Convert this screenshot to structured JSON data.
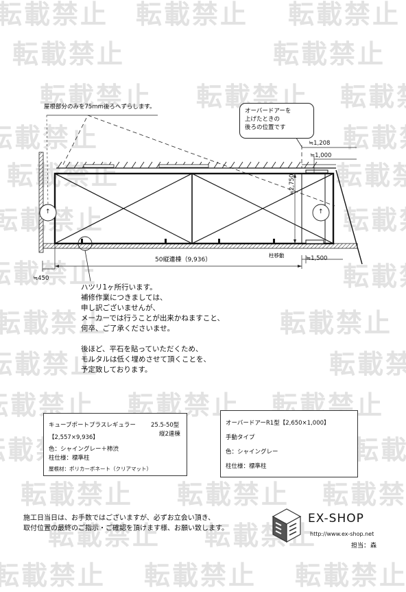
{
  "watermark": {
    "text": "転載禁止"
  },
  "annotations": {
    "roof_shift": "屋根部分のみを75mm後ろへずらします。",
    "overdoor_bubble": [
      "オーバードアーを",
      "上げたときの",
      "後ろの位置です"
    ],
    "dim_1208": "≒1,208",
    "dim_1000": "≒1,000",
    "dim_2750": "≒2,750",
    "dim_length": "50縦連棟（9,936）",
    "post_move": "柱移動",
    "dim_1500": "≒1,500",
    "dim_450": "≒450",
    "circle_mark": "↑"
  },
  "note": {
    "lines": [
      "ハツリ1ヶ所行います。",
      "補修作業につきましては、",
      "申し訳ございませんが、",
      "メーカーでは行うことが出来かねますこと、",
      "何卒、ご了承くださいませ。",
      "",
      "後ほど、平石を貼っていただくため、",
      "モルタルは低く埋めさせて頂くことを、",
      "予定致しております。"
    ]
  },
  "carport_box": {
    "title": "キューブポートプラスレギュラー",
    "model": "25.5-50型",
    "model2": "縦2連棟",
    "size": "【2,557×9,936】",
    "color": "色：シャイングレー＋柿渋",
    "post": "柱仕様：標準柱",
    "roof": "屋根材：ポリカーボネート（クリアマット）"
  },
  "door_box": {
    "title": "オーバードアーR1型【2,650×1,000】",
    "type": "手動タイプ",
    "color": "色：シャイングレー",
    "post": "柱仕様：標準柱"
  },
  "footer": {
    "line1": "施工日当日は、お手数ではございますが、必ずお立会い頂き、",
    "line2": "取付位置の最終のご指示・ご確認を頂けます様、お願い致します。"
  },
  "brand": {
    "name": "EX-SHOP",
    "url": "http://www.ex-shop.net",
    "staff_label": "担当：",
    "staff_name": "森"
  }
}
